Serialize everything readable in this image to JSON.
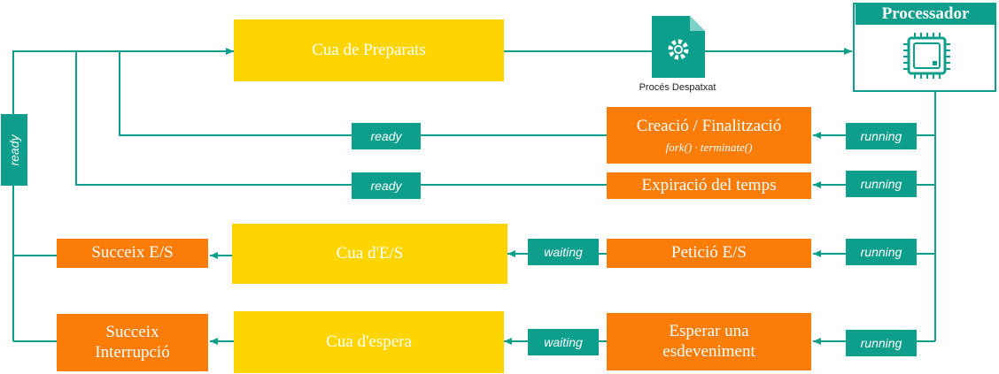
{
  "queues": {
    "ready_queue": "Cua de Preparats",
    "io_queue": "Cua d'E/S",
    "wait_queue": "Cua d'espera"
  },
  "dispatched": "Procés Despatxat",
  "processor": "Processador",
  "events": {
    "creation": "Creació / Finalització",
    "creation_sub": "fork() · terminate()",
    "timeout": "Expiració del temps",
    "io_request": "Petició E/S",
    "wait_event_line1": "Esperar una",
    "wait_event_line2": "esdeveniment",
    "io_done": "Succeix E/S",
    "interrupt_line1": "Succeix",
    "interrupt_line2": "Interrupció"
  },
  "labels": {
    "ready": "ready",
    "running": "running",
    "waiting": "waiting"
  },
  "colors": {
    "teal": "#0E9E8C",
    "yellow": "#FFD500",
    "orange": "#FA7D0A"
  }
}
